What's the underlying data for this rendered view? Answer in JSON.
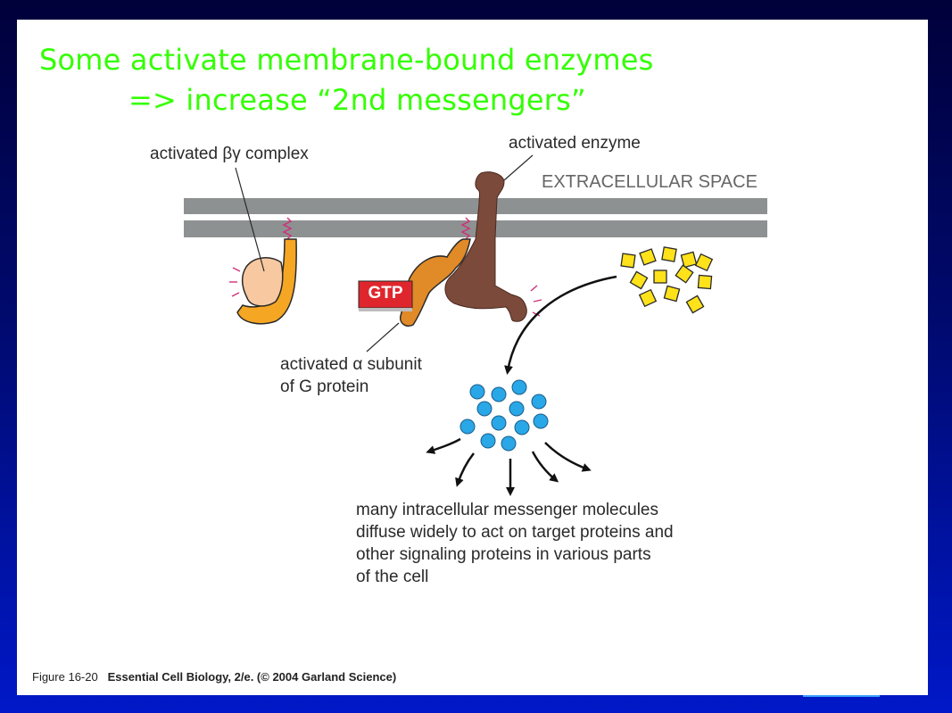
{
  "title": {
    "line1": "Some activate membrane-bound enzymes",
    "line2": "=> increase “2nd messengers”"
  },
  "labels": {
    "activated_bg_complex": "activated βγ complex",
    "activated_enzyme": "activated enzyme",
    "extracellular_space": "EXTRACELLULAR SPACE",
    "gtp": "GTP",
    "alpha_subunit_line1": "activated α subunit",
    "alpha_subunit_line2": "of G protein",
    "messengers_line1": "many intracellular messenger molecules",
    "messengers_line2": "diffuse widely to act on target proteins and",
    "messengers_line3": "other signaling proteins in various parts",
    "messengers_line4": "of the cell"
  },
  "footer": {
    "figure_num": "Figure 16-20",
    "citation": "Essential Cell Biology, 2/e. (© 2004 Garland Science)"
  },
  "colors": {
    "title": "#33ff00",
    "membrane": "#8e9191",
    "enzyme": "#7b4a3a",
    "alpha_subunit": "#e08a28",
    "bg_complex_outer": "#f5a623",
    "bg_complex_inner": "#f8c9a0",
    "gtp_box": "#e0262d",
    "precursor": "#ffe21a",
    "messenger": "#2aa7e6"
  }
}
